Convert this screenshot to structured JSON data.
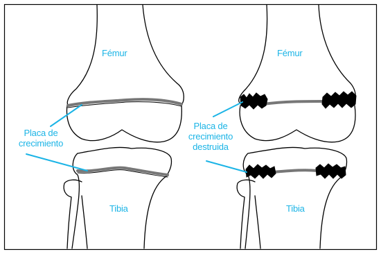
{
  "colors": {
    "accent": "#1bb4e6",
    "outline": "#000000",
    "growth_plate": "#888888",
    "damaged_plate": "#000000",
    "background": "#ffffff"
  },
  "left_knee": {
    "femur_label": "Fémur",
    "tibia_label": "Tibia",
    "plate_label_line1": "Placa de",
    "plate_label_line2": "crecimiento"
  },
  "right_knee": {
    "femur_label": "Fémur",
    "tibia_label": "Tibia",
    "plate_label_line1": "Placa de",
    "plate_label_line2": "crecimiento",
    "plate_label_line3": "destruida"
  }
}
